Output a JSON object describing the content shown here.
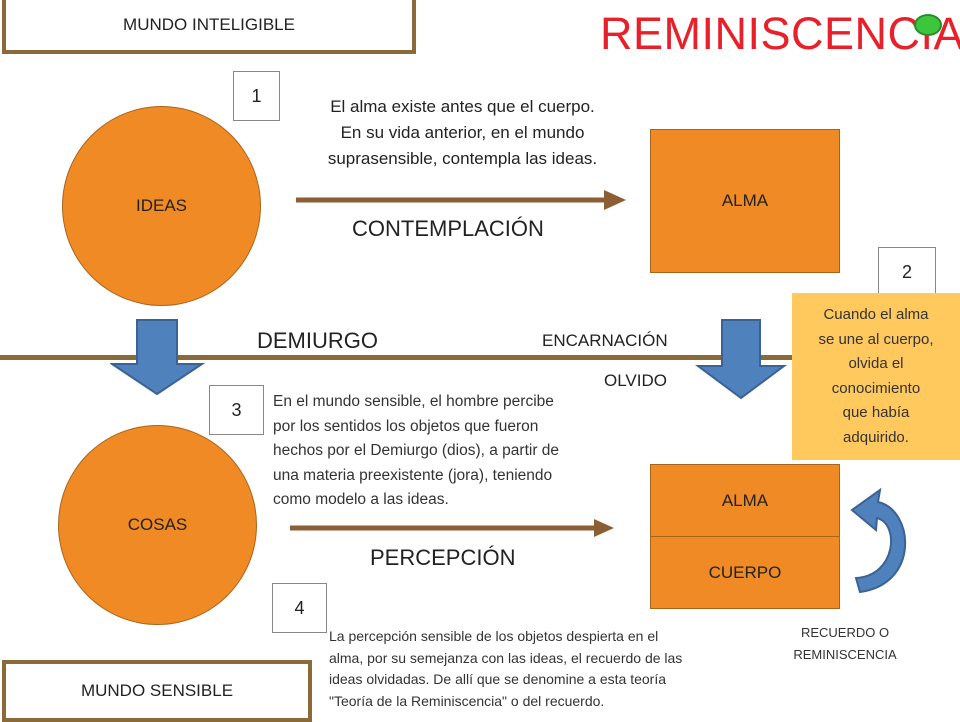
{
  "title": "REMINISCENCIA",
  "colors": {
    "orange": "#f08a24",
    "note_yellow": "#ffc95e",
    "arrow_blue": "#4f81bd",
    "line_brown": "#8b6a3a",
    "arrow_brown": "#8b5e34",
    "title_red": "#e8202a",
    "dot_green": "#3cc63c"
  },
  "mundo_inteligible": "MUNDO INTELIGIBLE",
  "mundo_sensible": "MUNDO SENSIBLE",
  "step_numbers": [
    "1",
    "2",
    "3",
    "4"
  ],
  "ideas": "IDEAS",
  "cosas": "COSAS",
  "alma_top": "ALMA",
  "alma_bottom": "ALMA",
  "cuerpo": "CUERPO",
  "text1": [
    "El alma existe antes que el cuerpo.",
    "En su vida anterior, en el mundo",
    "suprasensible, contempla las ideas."
  ],
  "contemplacion": "CONTEMPLACIÓN",
  "demiurgo": "DEMIURGO",
  "encarnacion": "ENCARNACIÓN",
  "olvido": "OLVIDO",
  "note2": [
    "Cuando el alma",
    "se une al cuerpo,",
    "olvida el",
    "conocimiento",
    "que había",
    "adquirido."
  ],
  "text3": [
    "En el mundo sensible, el hombre percibe",
    "por los sentidos los objetos que fueron",
    "hechos por el Demiurgo (dios), a partir de",
    "una materia preexistente (jora), teniendo",
    "como modelo a las ideas."
  ],
  "percepcion": "PERCEPCIÓN",
  "text4": [
    "La percepción sensible de los objetos despierta en el",
    "alma, por su semejanza con las ideas, el recuerdo de las",
    "ideas olvidadas. De allí que se denomine a esta teoría",
    "\"Teoría de la Reminiscencia\" o del recuerdo."
  ],
  "recuerdo": [
    "RECUERDO O",
    "REMINISCENCIA"
  ]
}
